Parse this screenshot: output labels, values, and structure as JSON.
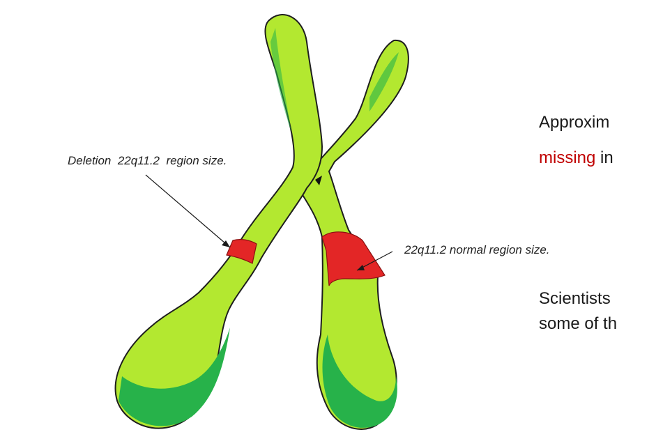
{
  "labels": {
    "deletion": "Deletion  22q11.2  region size.",
    "normal": "22q11.2 normal region size."
  },
  "text": {
    "line1": "Approxim",
    "line2_red": "missing",
    "line2_rest": " in",
    "line3": "Scientists",
    "line4": "some of th"
  },
  "colors": {
    "chromatid_light": "#b3e830",
    "chromatid_shadow": "#27b24a",
    "outline": "#1e1e1e",
    "region": "#e32626",
    "highlight_word": "#c00000"
  }
}
